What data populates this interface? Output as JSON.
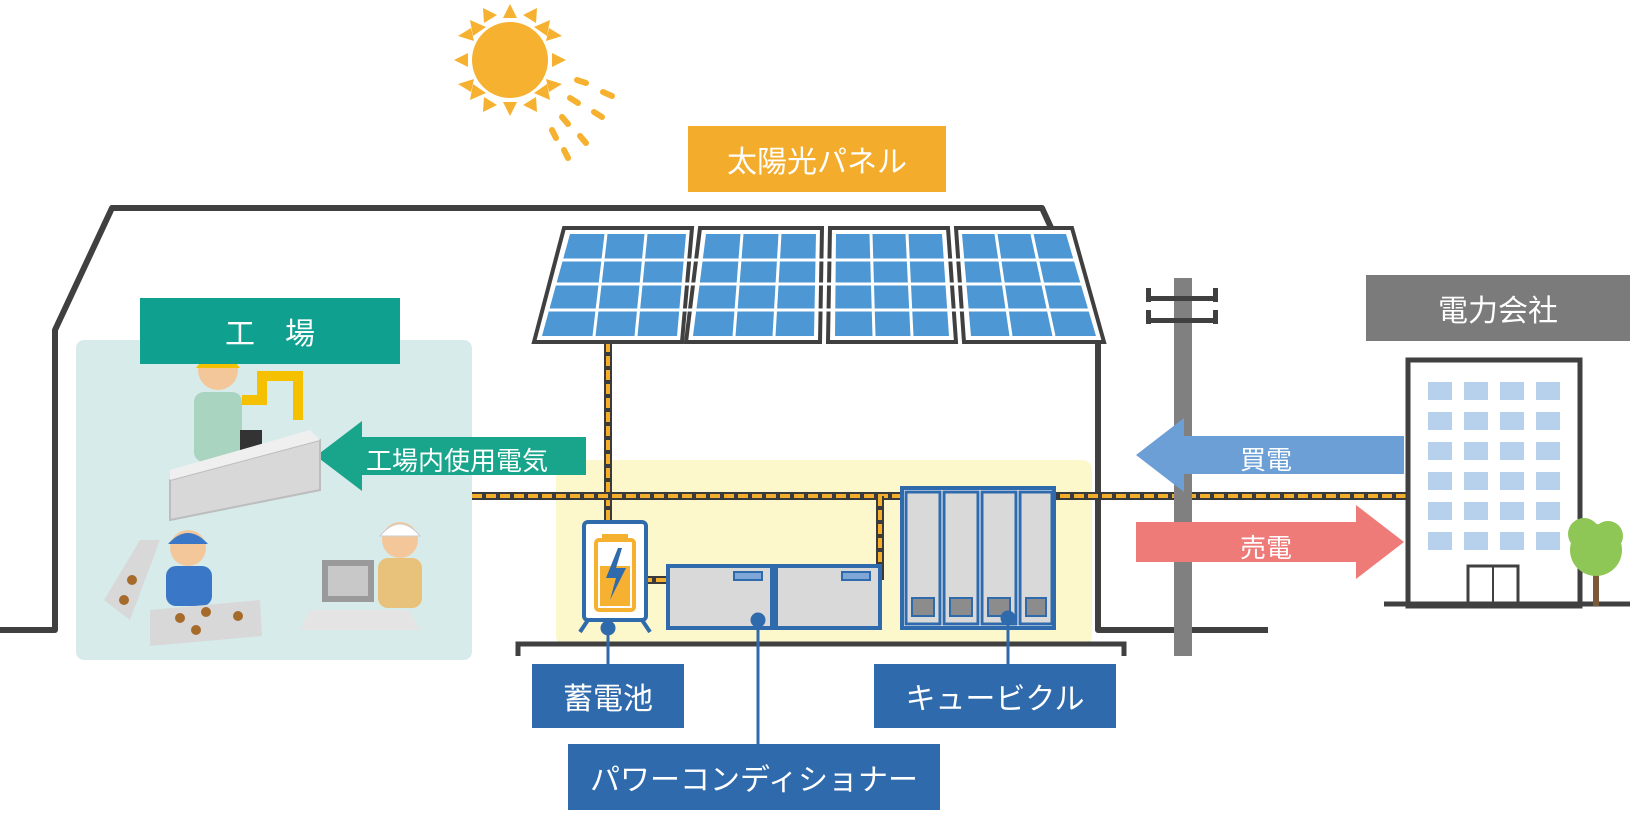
{
  "labels": {
    "solar_panel": "太陽光パネル",
    "factory": "工　場",
    "factory_power": "工場内使用電気",
    "power_company": "電力会社",
    "buy_power": "買電",
    "sell_power": "売電",
    "battery": "蓄電池",
    "cubicle": "キュービクル",
    "power_conditioner": "パワーコンディショナー"
  },
  "colors": {
    "solar_label": "#f3ac2b",
    "factory_label": "#0fa08f",
    "company_label": "#7b7b7b",
    "equipment_label": "#2f6aac",
    "buy_arrow": "#6c9fd6",
    "sell_arrow": "#ee7b78",
    "factory_arrow": "#18a58b",
    "panel": "#4d98d4",
    "cable": "#f2ae2c",
    "outline": "#404040"
  }
}
